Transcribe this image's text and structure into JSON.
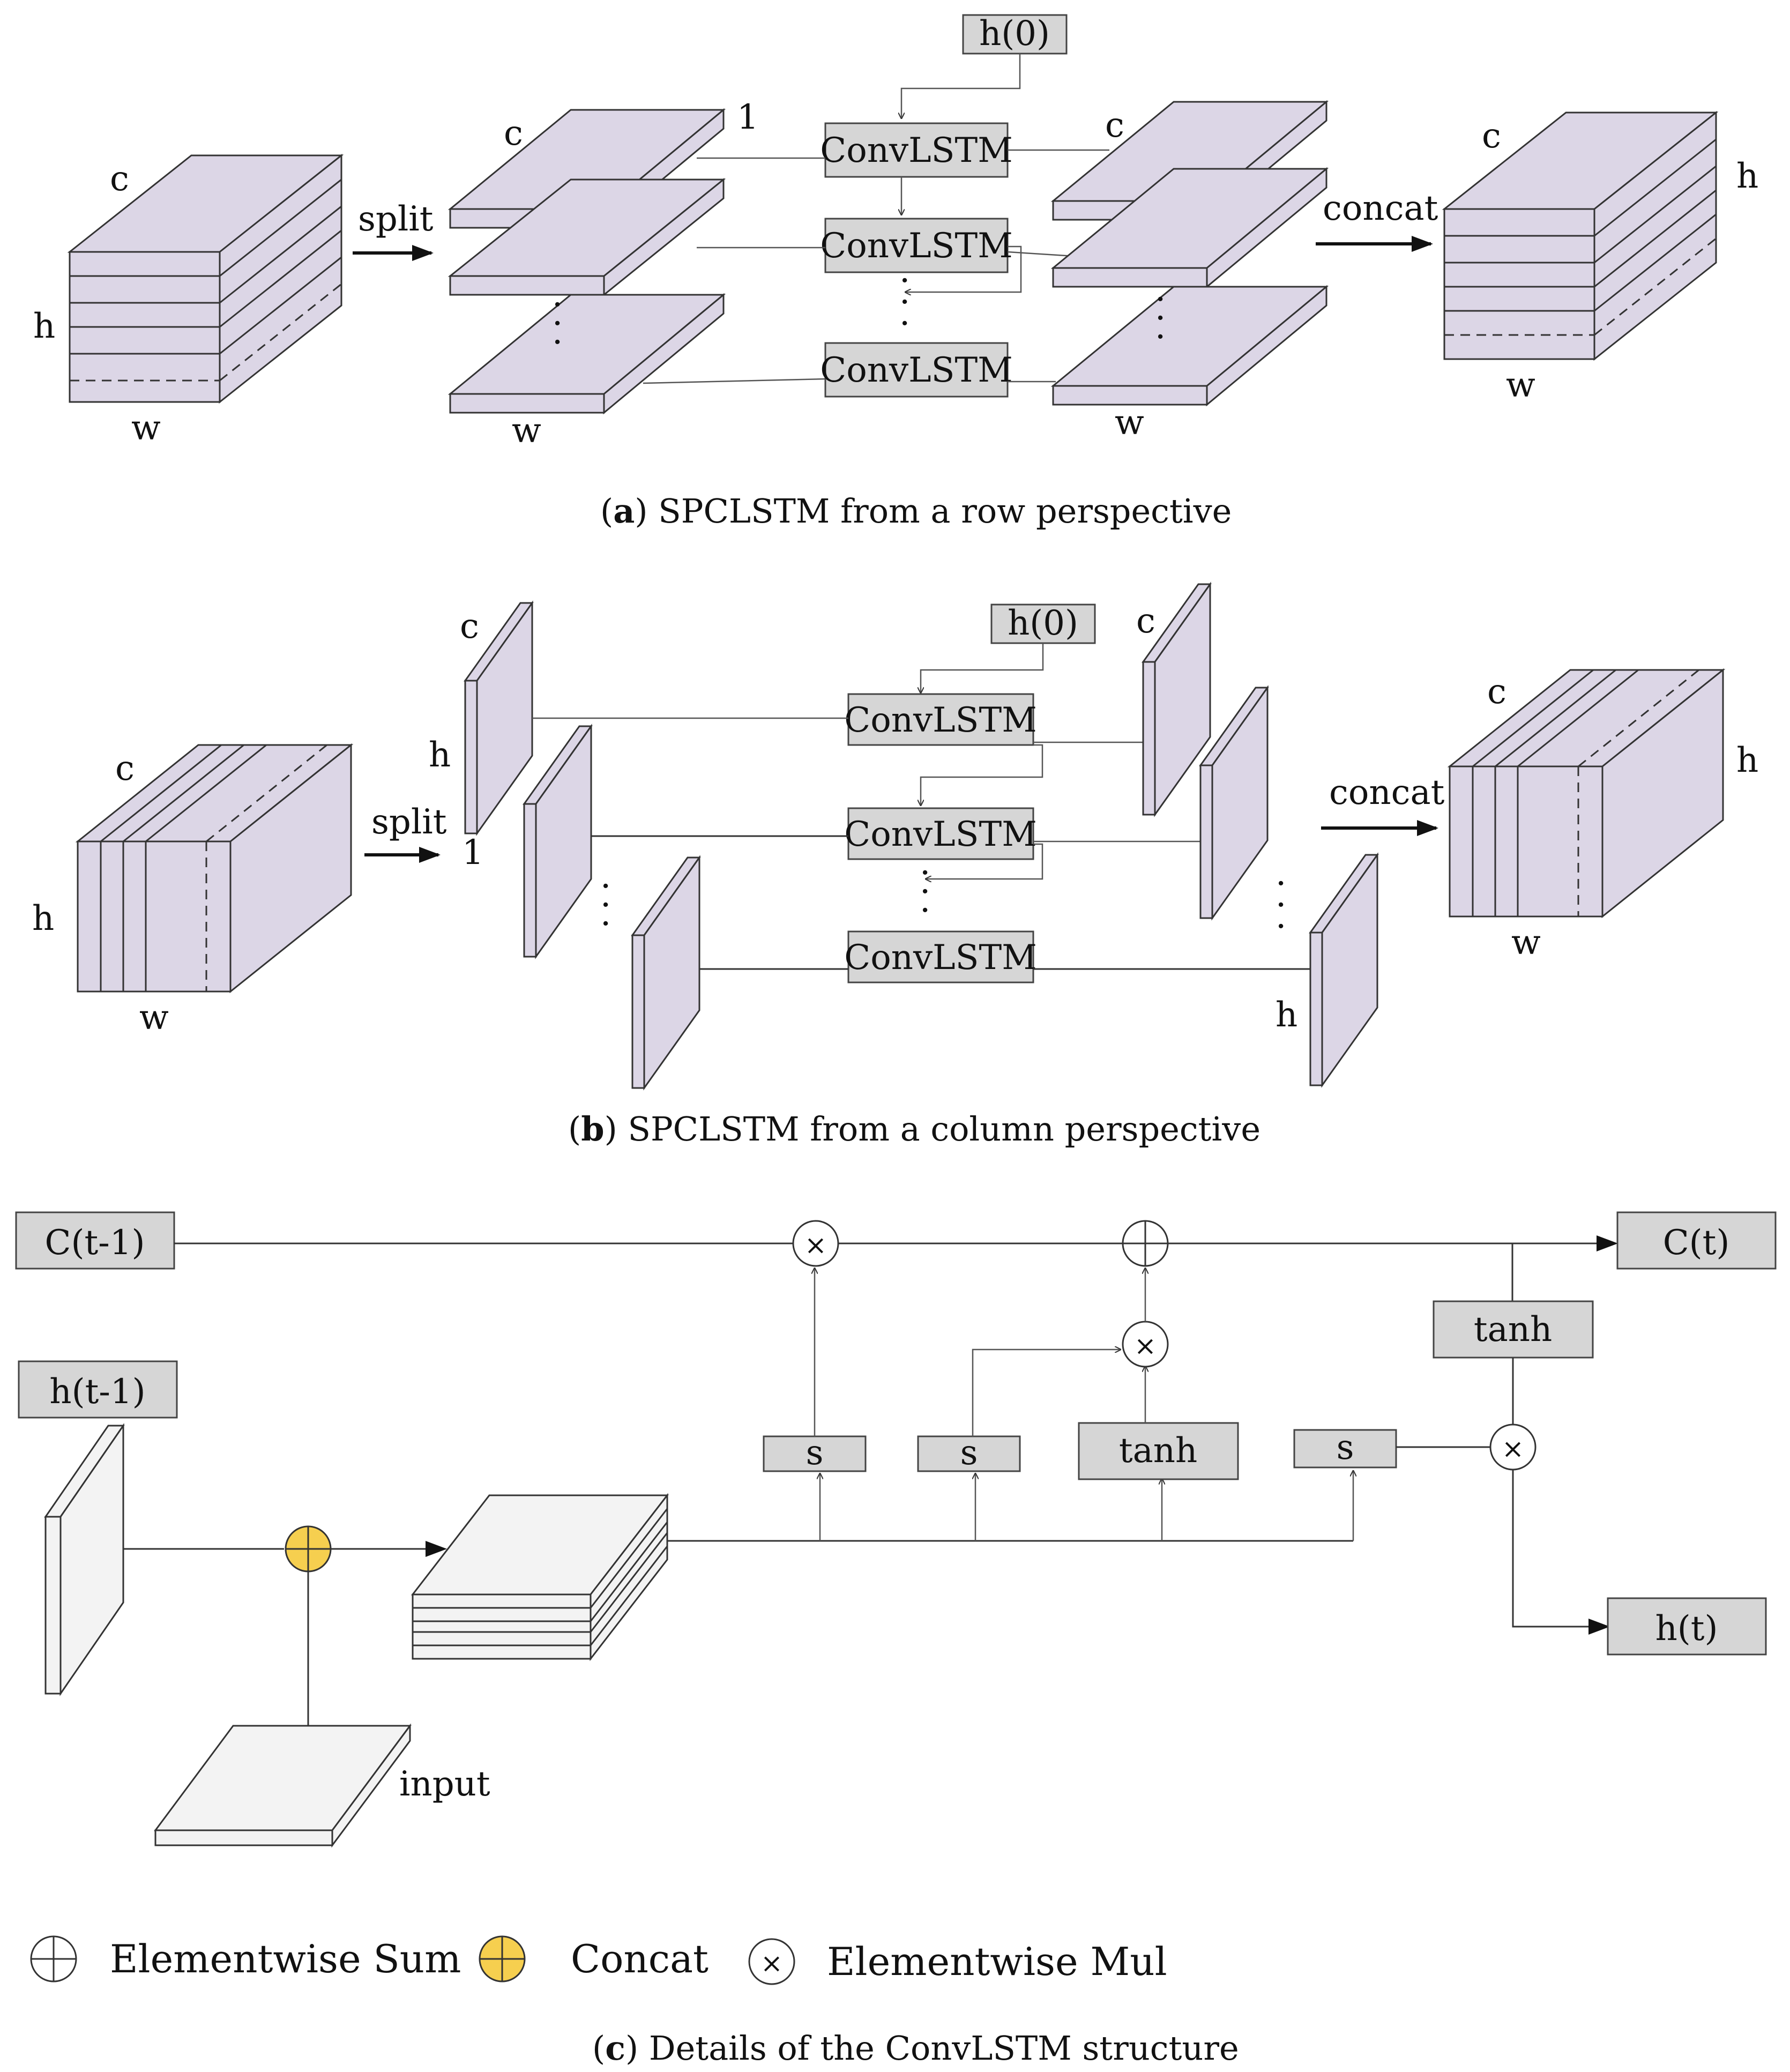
{
  "panel_a": {
    "caption_tag": "a",
    "caption_text": "SPCLSTM from a row perspective",
    "h0": "h(0)",
    "convlstm": "ConvLSTM",
    "split": "split",
    "concat": "concat",
    "c": "c",
    "h": "h",
    "w": "w",
    "one": "1"
  },
  "panel_b": {
    "caption_tag": "b",
    "caption_text": "SPCLSTM from a column perspective",
    "h0": "h(0)",
    "convlstm": "ConvLSTM",
    "split": "split",
    "concat": "concat",
    "c": "c",
    "h": "h",
    "w": "w",
    "one": "1"
  },
  "panel_c": {
    "caption_tag": "c",
    "caption_text": "Details of the ConvLSTM structure",
    "c_prev": "C(t-1)",
    "c_next": "C(t)",
    "h_prev": "h(t-1)",
    "h_next": "h(t)",
    "sigma": "s",
    "tanh": "tanh",
    "input": "input",
    "mul_symbol": "×"
  },
  "legend": {
    "sum": "Elementwise Sum",
    "concat": "Concat",
    "mul": "Elementwise Mul"
  },
  "colors": {
    "tensor_fill": "#dcd6e6",
    "box_fill": "#d6d6d6",
    "concat_fill": "#f6cf4f",
    "plain_fill": "#f3f3f3"
  }
}
